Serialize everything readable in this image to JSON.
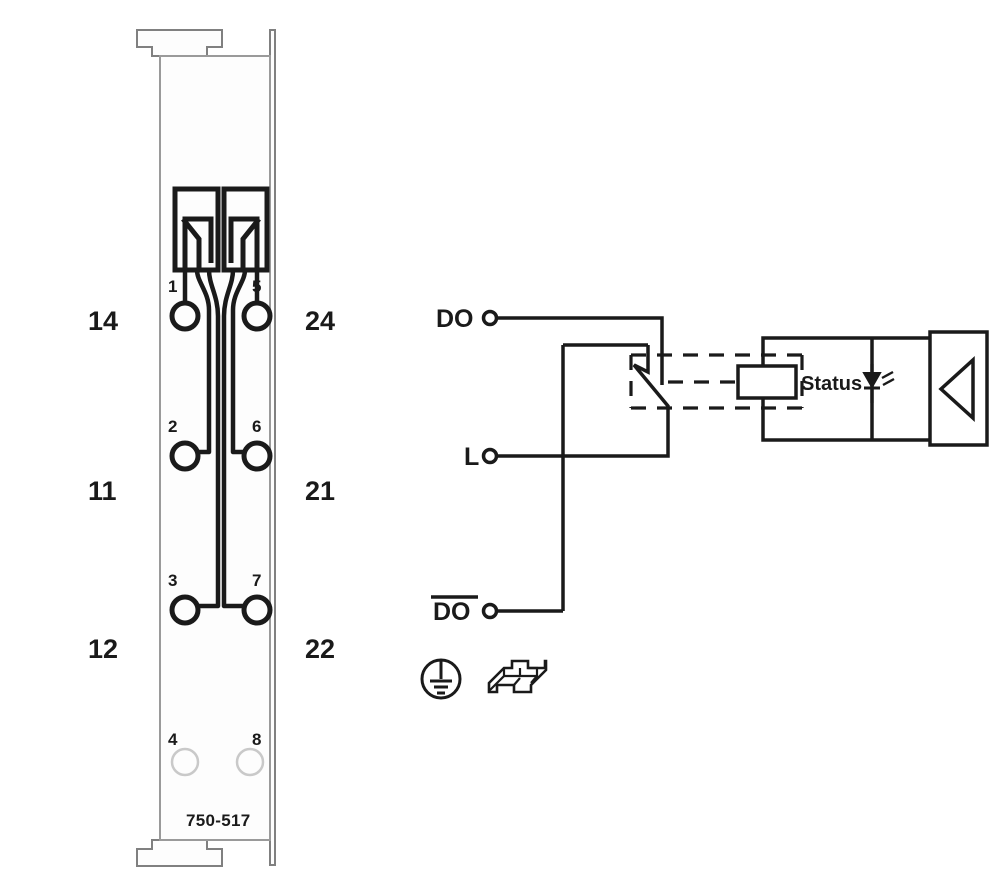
{
  "module": {
    "part_number": "750-517",
    "body_color": "#fdfdfd",
    "outline_color": "#808080",
    "trace_color": "#1a1a1a",
    "left_terminal_numbers": [
      "1",
      "2",
      "3",
      "4"
    ],
    "right_terminal_numbers": [
      "5",
      "6",
      "7",
      "8"
    ],
    "left_side_labels": [
      "14",
      "11",
      "12"
    ],
    "right_side_labels": [
      "24",
      "21",
      "22"
    ]
  },
  "circuit": {
    "signal_do": "DO",
    "signal_l": "L",
    "signal_do_inverted": "DO",
    "status_label": "Status",
    "icons": {
      "led": "led-icon",
      "ground": "ground-icon",
      "din_rail": "din-rail-icon",
      "driver": "driver-triangle-icon",
      "relay_coil": "relay-coil-icon",
      "relay_contact": "relay-contact-icon"
    },
    "line_color": "#1a1a1a"
  }
}
